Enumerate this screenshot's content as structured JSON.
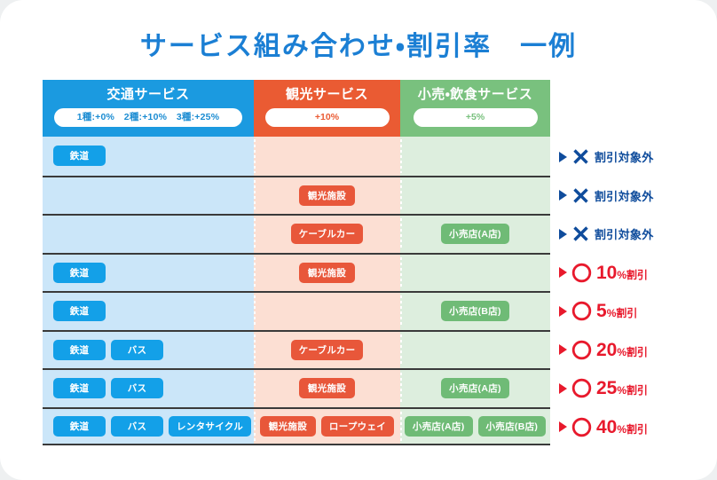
{
  "page": {
    "title": "サービス組み合わせ・割引率　一例",
    "accent_blue": "#1b7fd4",
    "background": "#eef0f1",
    "card_background": "#ffffff"
  },
  "table": {
    "columns": [
      {
        "id": "transport",
        "label": "交通サービス",
        "badge": "1種:+0%　2種:+10%　3種:+25%",
        "color": "#1b9ae0",
        "cell_color": "#cbe6f9",
        "chip_color": "#13a0e8"
      },
      {
        "id": "sightseeing",
        "label": "観光サービス",
        "badge": "+10%",
        "color": "#ea5b33",
        "cell_color": "#fcdfd3",
        "chip_color": "#e8573a"
      },
      {
        "id": "retail",
        "label": "小売・飲食サービス",
        "badge": "+5%",
        "color": "#79c17e",
        "cell_color": "#ddeede",
        "chip_color": "#6fbb76"
      }
    ],
    "rows": [
      {
        "transport": [
          "鉄道"
        ],
        "sightseeing": [],
        "retail": [],
        "result": {
          "type": "none",
          "mark": "cross-icon",
          "text": "割引対象外",
          "color": "#0f4c9c"
        }
      },
      {
        "transport": [],
        "sightseeing": [
          "観光施設"
        ],
        "retail": [],
        "result": {
          "type": "none",
          "mark": "cross-icon",
          "text": "割引対象外",
          "color": "#0f4c9c"
        }
      },
      {
        "transport": [],
        "sightseeing": [
          "ケーブルカー"
        ],
        "retail": [
          "小売店(A店)"
        ],
        "result": {
          "type": "none",
          "mark": "cross-icon",
          "text": "割引対象外",
          "color": "#0f4c9c"
        }
      },
      {
        "transport": [
          "鉄道"
        ],
        "sightseeing": [
          "観光施設"
        ],
        "retail": [],
        "result": {
          "type": "discount",
          "mark": "circle-icon",
          "value": "10",
          "suffix": "%割引",
          "color": "#e8192c"
        }
      },
      {
        "transport": [
          "鉄道"
        ],
        "sightseeing": [],
        "retail": [
          "小売店(B店)"
        ],
        "result": {
          "type": "discount",
          "mark": "circle-icon",
          "value": "5",
          "suffix": "%割引",
          "color": "#e8192c"
        }
      },
      {
        "transport": [
          "鉄道",
          "バス"
        ],
        "sightseeing": [
          "ケーブルカー"
        ],
        "retail": [],
        "result": {
          "type": "discount",
          "mark": "circle-icon",
          "value": "20",
          "suffix": "%割引",
          "color": "#e8192c"
        }
      },
      {
        "transport": [
          "鉄道",
          "バス"
        ],
        "sightseeing": [
          "観光施設"
        ],
        "retail": [
          "小売店(A店)"
        ],
        "result": {
          "type": "discount",
          "mark": "circle-icon",
          "value": "25",
          "suffix": "%割引",
          "color": "#e8192c"
        }
      },
      {
        "transport": [
          "鉄道",
          "バス",
          "レンタサイクル"
        ],
        "sightseeing": [
          "観光施設",
          "ロープウェイ"
        ],
        "retail": [
          "小売店(A店)",
          "小売店(B店)"
        ],
        "result": {
          "type": "discount",
          "mark": "circle-icon",
          "value": "40",
          "suffix": "%割引",
          "color": "#e8192c"
        }
      }
    ]
  }
}
